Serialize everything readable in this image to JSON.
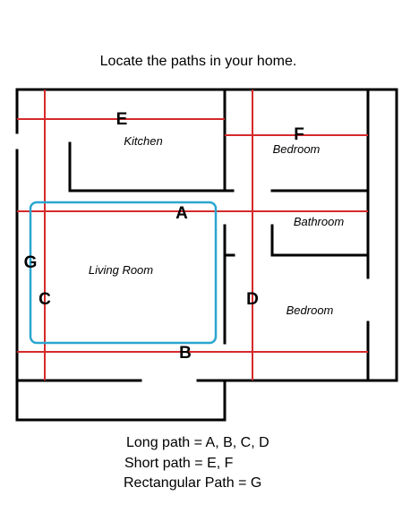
{
  "title": "Locate the paths in your home.",
  "rooms": {
    "kitchen": "Kitchen",
    "bedroom_top": "Bedroom",
    "bathroom": "Bathroom",
    "living_room": "Living Room",
    "bedroom_bottom": "Bedroom"
  },
  "path_labels": {
    "A": "A",
    "B": "B",
    "C": "C",
    "D": "D",
    "E": "E",
    "F": "F",
    "G": "G"
  },
  "legend": {
    "long": "Long path = A, B, C, D",
    "short": "Short path = E, F",
    "rectangular": "Rectangular Path = G"
  },
  "colors": {
    "wall": "#000000",
    "path": "#d42a2a",
    "rect_path": "#2aa6cf"
  }
}
